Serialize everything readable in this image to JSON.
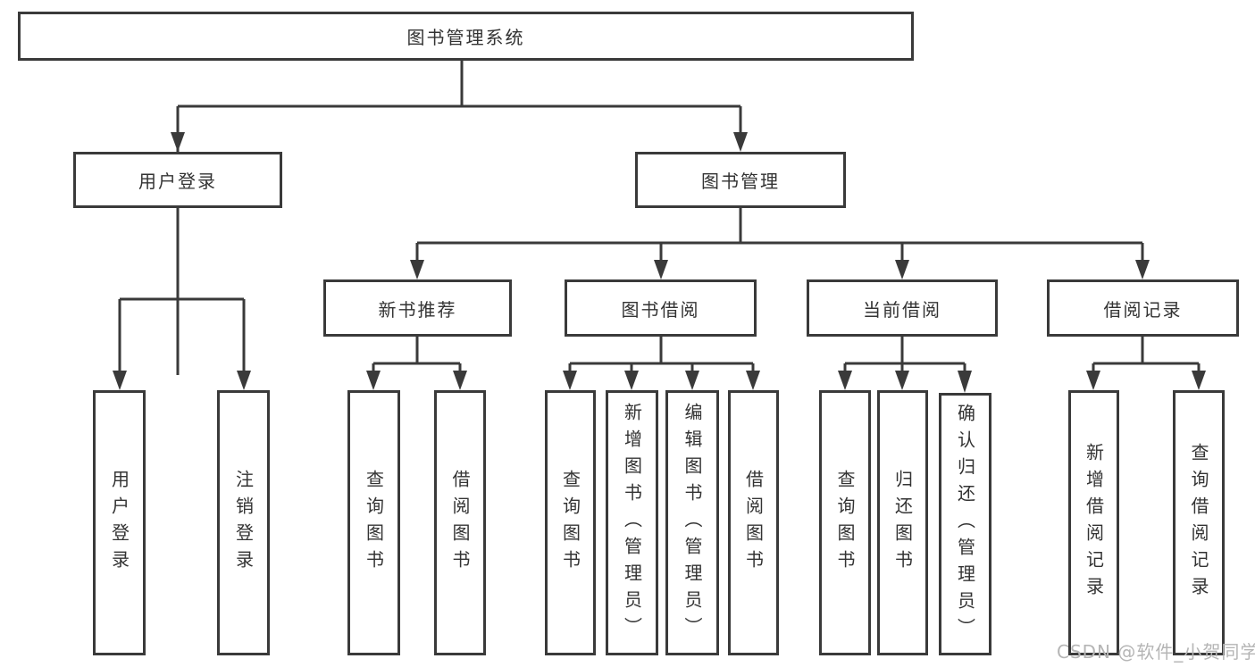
{
  "diagram": {
    "root": {
      "label": "图书管理系统"
    },
    "branches": [
      {
        "label": "用户登录",
        "children": [
          {
            "label": "用户登录"
          },
          {
            "label": "注销登录"
          }
        ]
      },
      {
        "label": "图书管理",
        "groups": [
          {
            "label": "新书推荐",
            "children": [
              {
                "label": "查询图书"
              },
              {
                "label": "借阅图书"
              }
            ]
          },
          {
            "label": "图书借阅",
            "children": [
              {
                "label": "查询图书"
              },
              {
                "label": "新增图书（管理员）"
              },
              {
                "label": "编辑图书（管理员）"
              },
              {
                "label": "借阅图书"
              }
            ]
          },
          {
            "label": "当前借阅",
            "children": [
              {
                "label": "查询图书"
              },
              {
                "label": "归还图书"
              },
              {
                "label": "确认归还（管理员）"
              }
            ]
          },
          {
            "label": "借阅记录",
            "children": [
              {
                "label": "新增借阅记录"
              },
              {
                "label": "查询借阅记录"
              }
            ]
          }
        ]
      }
    ]
  },
  "watermark": {
    "text": "CSDN @软件_小贺同学"
  },
  "colors": {
    "line": "#3a3a3a",
    "text": "#333333",
    "watermark": "#b5b5b5",
    "background": "#ffffff"
  }
}
